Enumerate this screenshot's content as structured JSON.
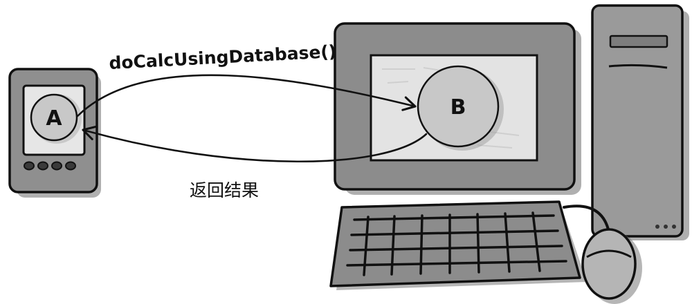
{
  "nodes": {
    "device_label": "A",
    "computer_label": "B"
  },
  "messages": {
    "call": "doCalcUsingDatabase()",
    "return": "返回结果"
  },
  "colors": {
    "ink": "#111111",
    "shadow": "#7a7a7a",
    "device_body": "#8f8f8f",
    "screen_fill": "#e6e6e6",
    "node_fill": "#c8c8c8",
    "monitor_body": "#8c8c8c",
    "tower_body": "#9a9a9a"
  }
}
